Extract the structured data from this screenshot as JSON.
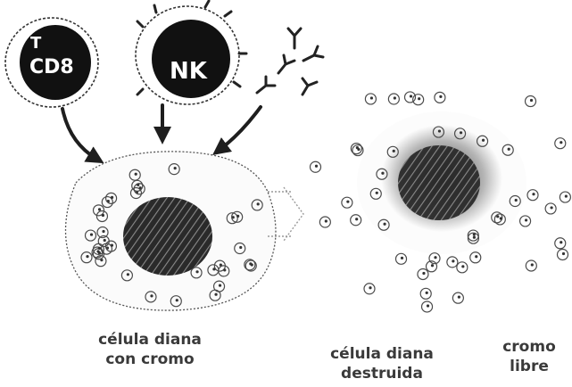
{
  "cells": {
    "tcell_label_top": "T",
    "tcell_label_bottom": "CD8",
    "nk_label": "NK"
  },
  "captions": {
    "target_line1": "célula diana",
    "target_line2": "con cromo",
    "destroyed_line1": "célula diana",
    "destroyed_line2": "destruida",
    "free_line1": "cromo",
    "free_line2": "libre"
  },
  "colors": {
    "ink": "#2f2f2f",
    "nucleus": "#1a1a1a",
    "nucleus_hatch": "#6e6e6e"
  }
}
